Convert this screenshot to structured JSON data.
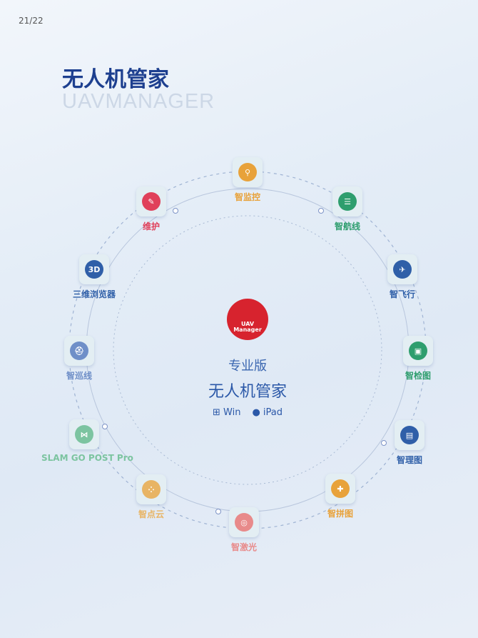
{
  "page_number": "21/22",
  "title": "无人机管家",
  "subtitle": "UAVMANAGER",
  "center": {
    "logo_text_1": "UAV",
    "logo_text_2": "Manager",
    "edition": "专业版",
    "name": "无人机管家",
    "platforms": [
      {
        "icon": "windows-icon",
        "label": "Win"
      },
      {
        "icon": "apple-icon",
        "label": "iPad"
      }
    ]
  },
  "modules": [
    {
      "label": "智监控",
      "glyph": "⚲",
      "color": "#e8a23a"
    },
    {
      "label": "智航线",
      "glyph": "☰",
      "color": "#2e9e6e"
    },
    {
      "label": "智飞行",
      "glyph": "✈",
      "color": "#2f5fa8"
    },
    {
      "label": "智检图",
      "glyph": "▣",
      "color": "#2e9e6e"
    },
    {
      "label": "智理图",
      "glyph": "▤",
      "color": "#2f5fa8"
    },
    {
      "label": "智拼图",
      "glyph": "✚",
      "color": "#e8a23a"
    },
    {
      "label": "智激光",
      "glyph": "◎",
      "color": "#e88a8a"
    },
    {
      "label": "智点云",
      "glyph": "⁘",
      "color": "#e8b464"
    },
    {
      "label": "SLAM GO POST Pro",
      "glyph": "⋈",
      "color": "#7cc4a0"
    },
    {
      "label": "智巡线",
      "glyph": "⛑",
      "color": "#6f8fc8"
    },
    {
      "label": "三维浏览器",
      "glyph": "3D",
      "color": "#2f5fa8"
    },
    {
      "label": "维护",
      "glyph": "✎",
      "color": "#e0405a"
    }
  ]
}
